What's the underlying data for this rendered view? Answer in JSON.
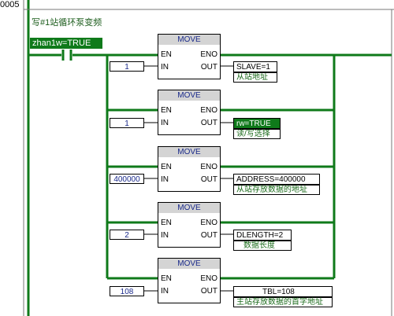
{
  "network": {
    "number": "0005",
    "comment": "写#1站循环泵变频"
  },
  "contact": {
    "label": "zhan1w=TRUE"
  },
  "blocks": [
    {
      "title": "MOVE",
      "en": "EN",
      "eno": "ENO",
      "in": "IN",
      "out": "OUT",
      "in_value": "1",
      "out_value": "SLAVE=1",
      "out_comment": "从站地址"
    },
    {
      "title": "MOVE",
      "en": "EN",
      "eno": "ENO",
      "in": "IN",
      "out": "OUT",
      "in_value": "1",
      "out_value": "rw=TRUE",
      "out_comment": "读/写选择"
    },
    {
      "title": "MOVE",
      "en": "EN",
      "eno": "ENO",
      "in": "IN",
      "out": "OUT",
      "in_value": "400000",
      "out_value": "ADDRESS=400000",
      "out_comment": "从站存放数据的地址"
    },
    {
      "title": "MOVE",
      "en": "EN",
      "eno": "ENO",
      "in": "IN",
      "out": "OUT",
      "in_value": "2",
      "out_value": "DLENGTH=2",
      "out_comment": "数据长度"
    },
    {
      "title": "MOVE",
      "en": "EN",
      "eno": "ENO",
      "in": "IN",
      "out": "OUT",
      "in_value": "108",
      "out_value": "TBL=108",
      "out_comment": "主站存放数据的首字地址"
    }
  ]
}
